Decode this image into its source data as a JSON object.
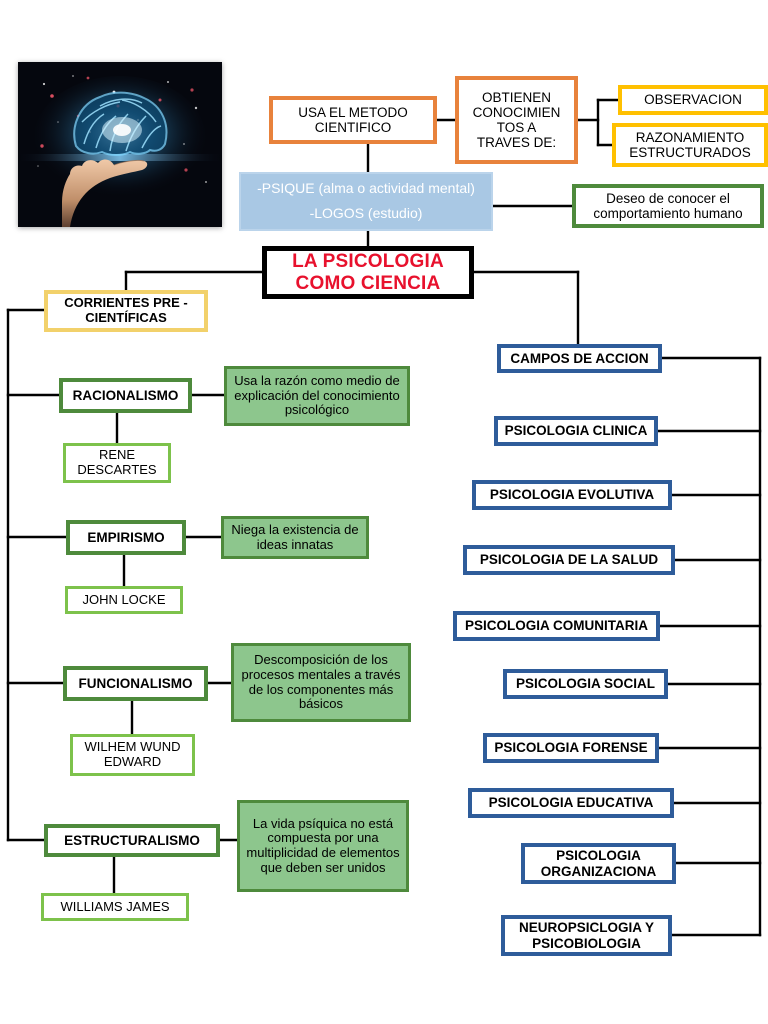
{
  "title": "LA PSICOLOGIA COMO CIENCIA",
  "figure": {
    "alt": "brain-in-hand-image"
  },
  "etymology": {
    "line1": "-PSIQUE (alma o actividad mental)",
    "line2": "-LOGOS (estudio)"
  },
  "method": {
    "scientific_method": "USA EL METODO CIENTIFICO",
    "knowledge": "OBTIENEN CONOCIMIEN\nTOS A\nTRAVES DE:",
    "sources": [
      "OBSERVACION",
      "RAZONAMIENTO ESTRUCTURADOS"
    ],
    "purpose": "Deseo de conocer el comportamiento humano"
  },
  "pre_scientific": {
    "heading": "CORRIENTES PRE - CIENTÍFICAS",
    "currents": [
      {
        "name": "RACIONALISMO",
        "description": "Usa la razón como medio de explicación del conocimiento psicológico",
        "author": "RENE DESCARTES"
      },
      {
        "name": "EMPIRISMO",
        "description": "Niega la existencia de ideas innatas",
        "author": "JOHN LOCKE"
      },
      {
        "name": "FUNCIONALISMO",
        "description": "Descomposición de los procesos mentales a través de los componentes más básicos",
        "author": "WILHEM WUND EDWARD"
      },
      {
        "name": "ESTRUCTURALISMO",
        "description": "La vida psíquica no está compuesta por una multiplicidad de elementos que deben ser unidos",
        "author": "WILLIAMS JAMES"
      }
    ]
  },
  "fields": {
    "heading": "CAMPOS DE ACCION",
    "items": [
      "PSICOLOGIA CLINICA",
      "PSICOLOGIA EVOLUTIVA",
      "PSICOLOGIA DE LA SALUD",
      "PSICOLOGIA COMUNITARIA",
      "PSICOLOGIA SOCIAL",
      "PSICOLOGIA FORENSE",
      "PSICOLOGIA EDUCATIVA",
      "PSICOLOGIA ORGANIZACIONA",
      "NEUROPSICLOGIA Y PSICOBIOLOGIA"
    ]
  },
  "colors": {
    "orange": "#E8823C",
    "yellow": "#FFC000",
    "yellow_soft": "#F2D16B",
    "blue_fill": "#A9C8E4",
    "green_dark": "#4E8A3C",
    "green_light": "#7DC24B",
    "green_fill": "#8DC68D",
    "blue_frame": "#2E5C9A",
    "title_red": "#E8112D",
    "connector": "#000000"
  }
}
